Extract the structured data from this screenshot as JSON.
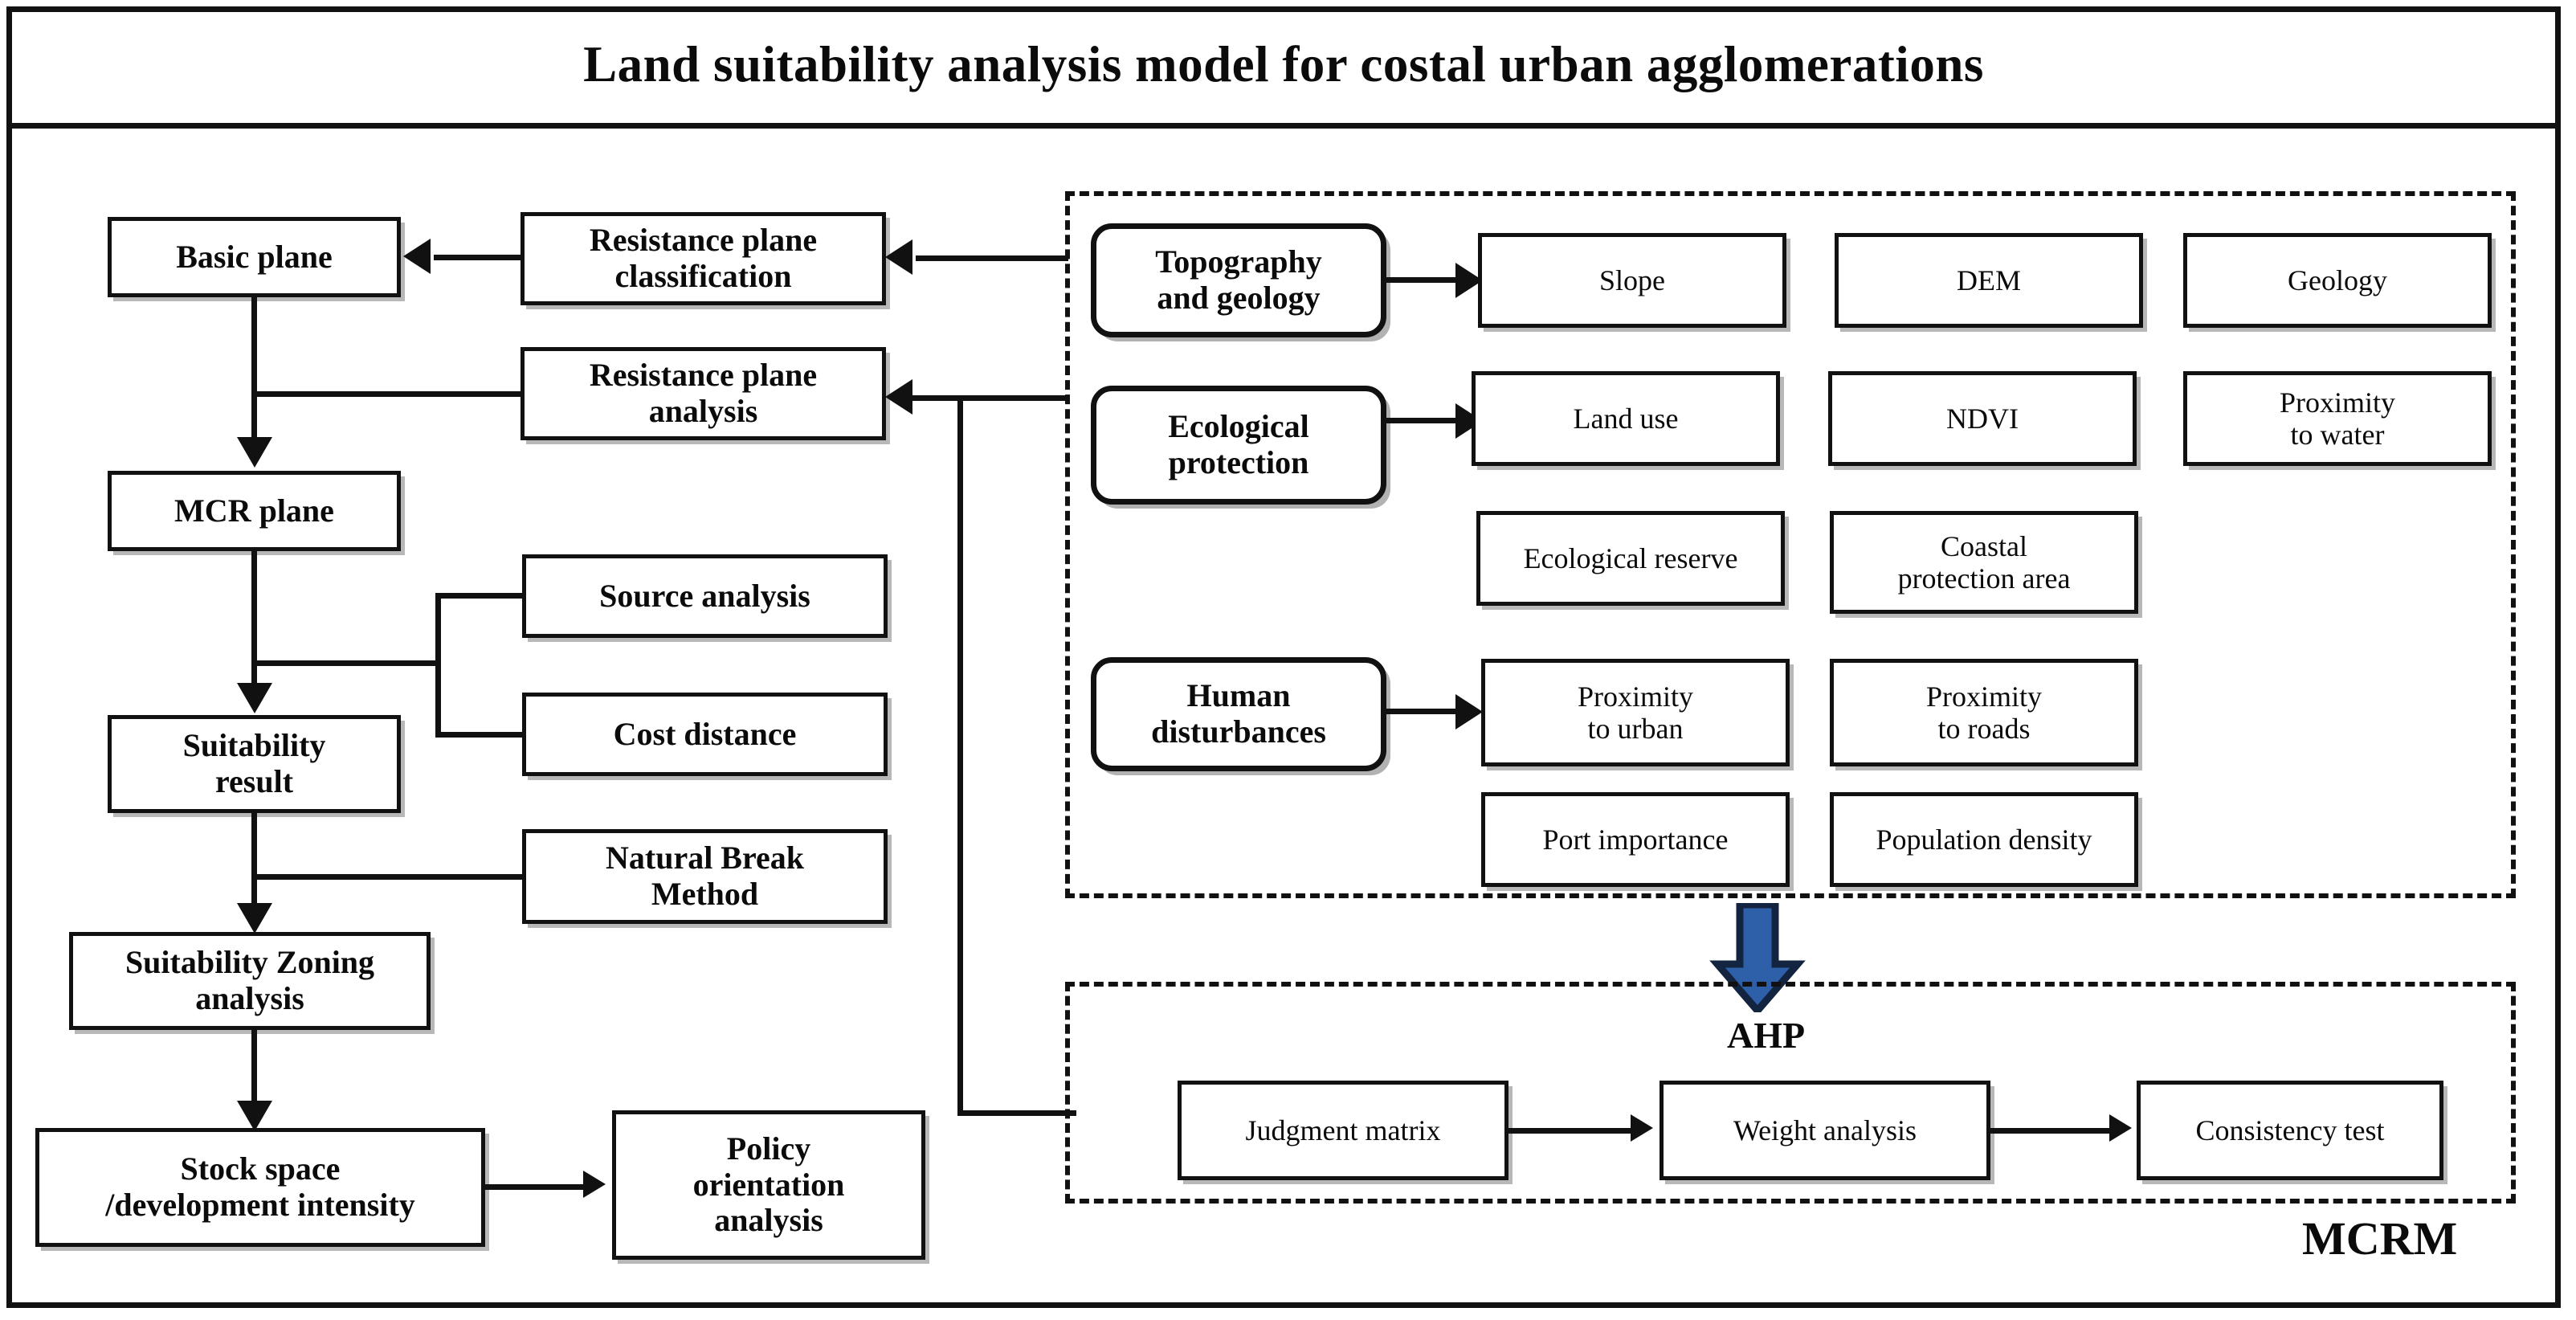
{
  "title": "Land suitability analysis model for costal urban agglomerations",
  "left_flow": {
    "nodes": [
      {
        "id": "basic-plane",
        "label": "Basic plane"
      },
      {
        "id": "mcr-plane",
        "label": "MCR plane"
      },
      {
        "id": "suitability-result",
        "label": "Suitability\nresult"
      },
      {
        "id": "suitability-zoning",
        "label": "Suitability Zoning\nanalysis"
      },
      {
        "id": "stock-space",
        "label": "Stock space\n/development intensity"
      },
      {
        "id": "policy-orientation",
        "label": "Policy\norientation\nanalysis"
      }
    ],
    "method_nodes": [
      {
        "id": "resistance-plane-classification",
        "label": "Resistance plane\nclassification"
      },
      {
        "id": "resistance-plane-analysis",
        "label": "Resistance plane\nanalysis"
      },
      {
        "id": "source-analysis",
        "label": "Source analysis"
      },
      {
        "id": "cost-distance",
        "label": "Cost distance"
      },
      {
        "id": "natural-break-method",
        "label": "Natural Break\nMethod"
      }
    ]
  },
  "indicator_panel": {
    "categories": [
      {
        "id": "topography-and-geology",
        "label": "Topography\nand geology"
      },
      {
        "id": "ecological-protection",
        "label": "Ecological\nprotection"
      },
      {
        "id": "human-disturbances",
        "label": "Human\ndisturbances"
      }
    ],
    "indicators": [
      {
        "id": "slope",
        "label": "Slope"
      },
      {
        "id": "dem",
        "label": "DEM"
      },
      {
        "id": "geology",
        "label": "Geology"
      },
      {
        "id": "land-use",
        "label": "Land use"
      },
      {
        "id": "ndvi",
        "label": "NDVI"
      },
      {
        "id": "proximity-to-water",
        "label": "Proximity\nto water"
      },
      {
        "id": "ecological-reserve",
        "label": "Ecological reserve"
      },
      {
        "id": "coastal-protection-area",
        "label": "Coastal\nprotection area"
      },
      {
        "id": "proximity-to-urban",
        "label": "Proximity\nto urban"
      },
      {
        "id": "proximity-to-roads",
        "label": "Proximity\nto roads"
      },
      {
        "id": "port-importance",
        "label": "Port importance"
      },
      {
        "id": "population-density",
        "label": "Population density"
      }
    ]
  },
  "ahp_panel": {
    "heading": "AHP",
    "steps": [
      {
        "id": "judgment-matrix",
        "label": "Judgment matrix"
      },
      {
        "id": "weight-analysis",
        "label": "Weight analysis"
      },
      {
        "id": "consistency-test",
        "label": "Consistency test"
      }
    ]
  },
  "footer_label": "MCRM",
  "colors": {
    "stroke": "#111111",
    "background": "#ffffff",
    "blue_arrow_fill": "#2d60a8",
    "blue_arrow_outline": "#12243f"
  }
}
